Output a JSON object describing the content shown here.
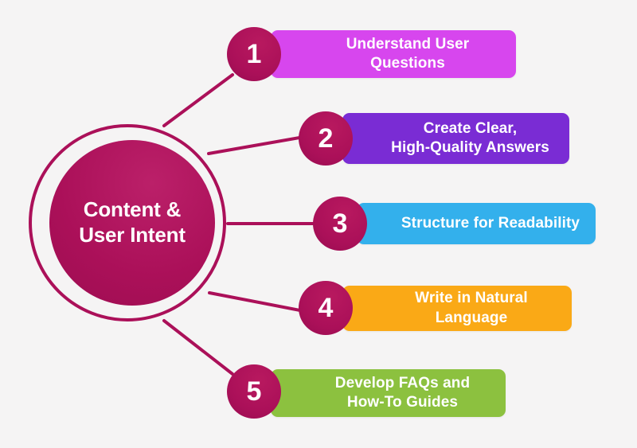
{
  "diagram": {
    "title": "Content & User Intent",
    "background_color": "#f5f4f4",
    "accent_color": "#ab1059",
    "hub": {
      "label": "Content &\nUser Intent",
      "fill_color": "#ab1059",
      "ring_color": "#ab1059",
      "text_color": "#ffffff"
    },
    "steps": [
      {
        "number": "1",
        "label": "Understand User\nQuestions",
        "bar_color": "#d746ee",
        "badge_color": "#ab1059",
        "text_color": "#ffffff"
      },
      {
        "number": "2",
        "label": "Create Clear,\nHigh-Quality Answers",
        "bar_color": "#7a2cd4",
        "badge_color": "#ab1059",
        "text_color": "#ffffff"
      },
      {
        "number": "3",
        "label": "Structure for Readability",
        "bar_color": "#33b0ec",
        "badge_color": "#ab1059",
        "text_color": "#ffffff"
      },
      {
        "number": "4",
        "label": "Write in Natural\nLanguage",
        "bar_color": "#faa916",
        "badge_color": "#ab1059",
        "text_color": "#ffffff"
      },
      {
        "number": "5",
        "label": "Develop FAQs and\nHow-To Guides",
        "bar_color": "#8cc13f",
        "badge_color": "#ab1059",
        "text_color": "#ffffff"
      }
    ]
  }
}
